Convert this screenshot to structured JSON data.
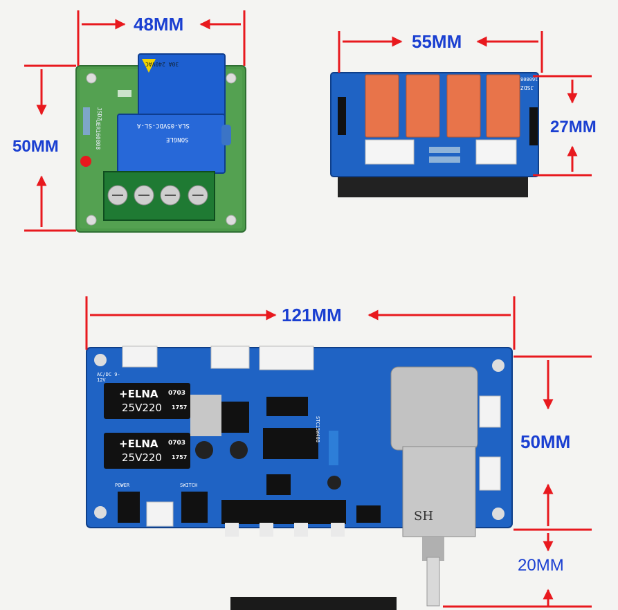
{
  "dimensions": {
    "relay_width": "48MM",
    "relay_height": "50MM",
    "relay4_width": "55MM",
    "relay4_height": "27MM",
    "main_width": "121MM",
    "main_height": "50MM",
    "knob_height": "20MM"
  },
  "relay_board": {
    "relay_top": "30A 240VAC",
    "relay_model": "SLA-05VDC-SL-A",
    "relay_brand": "SONGLE",
    "board_label": "JSDZ",
    "board_code": "UER160808"
  },
  "relay4_board": {
    "label": "JSDZ",
    "code": "160808"
  },
  "main_board": {
    "cap1_brand": "+ELNA",
    "cap1_code": "0703",
    "cap1_value": "25V220",
    "cap1_lot": "1757",
    "cap2_brand": "+ELNA",
    "cap2_code": "0703",
    "cap2_value": "25V220",
    "cap2_lot": "1757",
    "power_label": "POWER",
    "switch_label": "SWITCH",
    "input_label": "AC/DC 9-12V",
    "chip_label": "STC15W408",
    "motor_label": "SH"
  },
  "colors": {
    "dimension_text": "#1a3fd1",
    "arrow": "#e8191e",
    "pcb_green": "#3a8a3c",
    "pcb_blue": "#1f63c4",
    "relay_blue": "#1d5fd0",
    "relay_orange": "#e8744a"
  }
}
